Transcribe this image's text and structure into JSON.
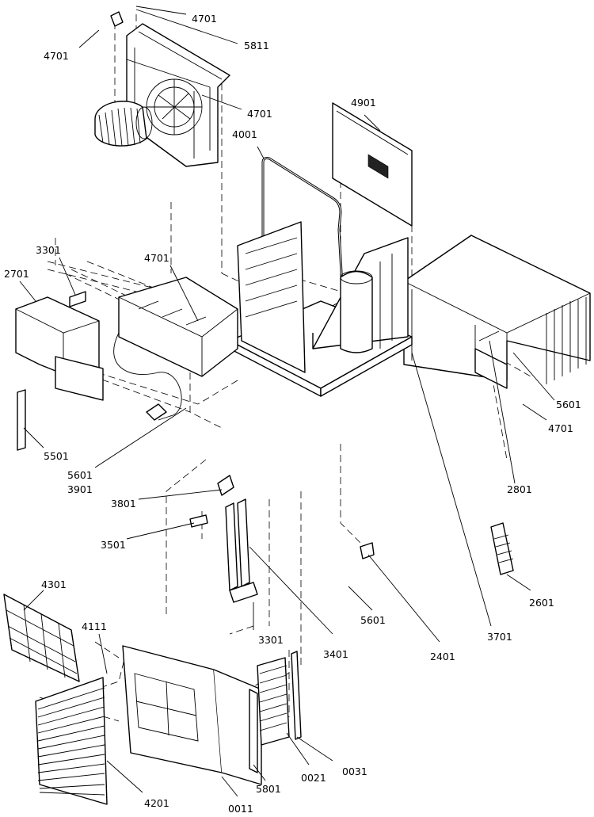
{
  "diagram": {
    "labels": {
      "p4701_top": "4701",
      "p4701_left": "4701",
      "p5811": "5811",
      "p4701_blower": "4701",
      "p4001": "4001",
      "p4901": "4901",
      "p3301_top": "3301",
      "p2701": "2701",
      "p4701_ctrl": "4701",
      "p5601_cab": "5601",
      "p4701_cab": "4701",
      "p5501": "5501",
      "p5601_cord": "5601",
      "p3901": "3901",
      "p2801": "2801",
      "p3801": "3801",
      "p3501": "3501",
      "p2601": "2601",
      "p4301": "4301",
      "p4111": "4111",
      "p3301_bot": "3301",
      "p5601_bot": "5601",
      "p3401": "3401",
      "p2401": "2401",
      "p3701": "3701",
      "p4201": "4201",
      "p5801": "5801",
      "p0021": "0021",
      "p0031": "0031",
      "p0011": "0011"
    }
  }
}
